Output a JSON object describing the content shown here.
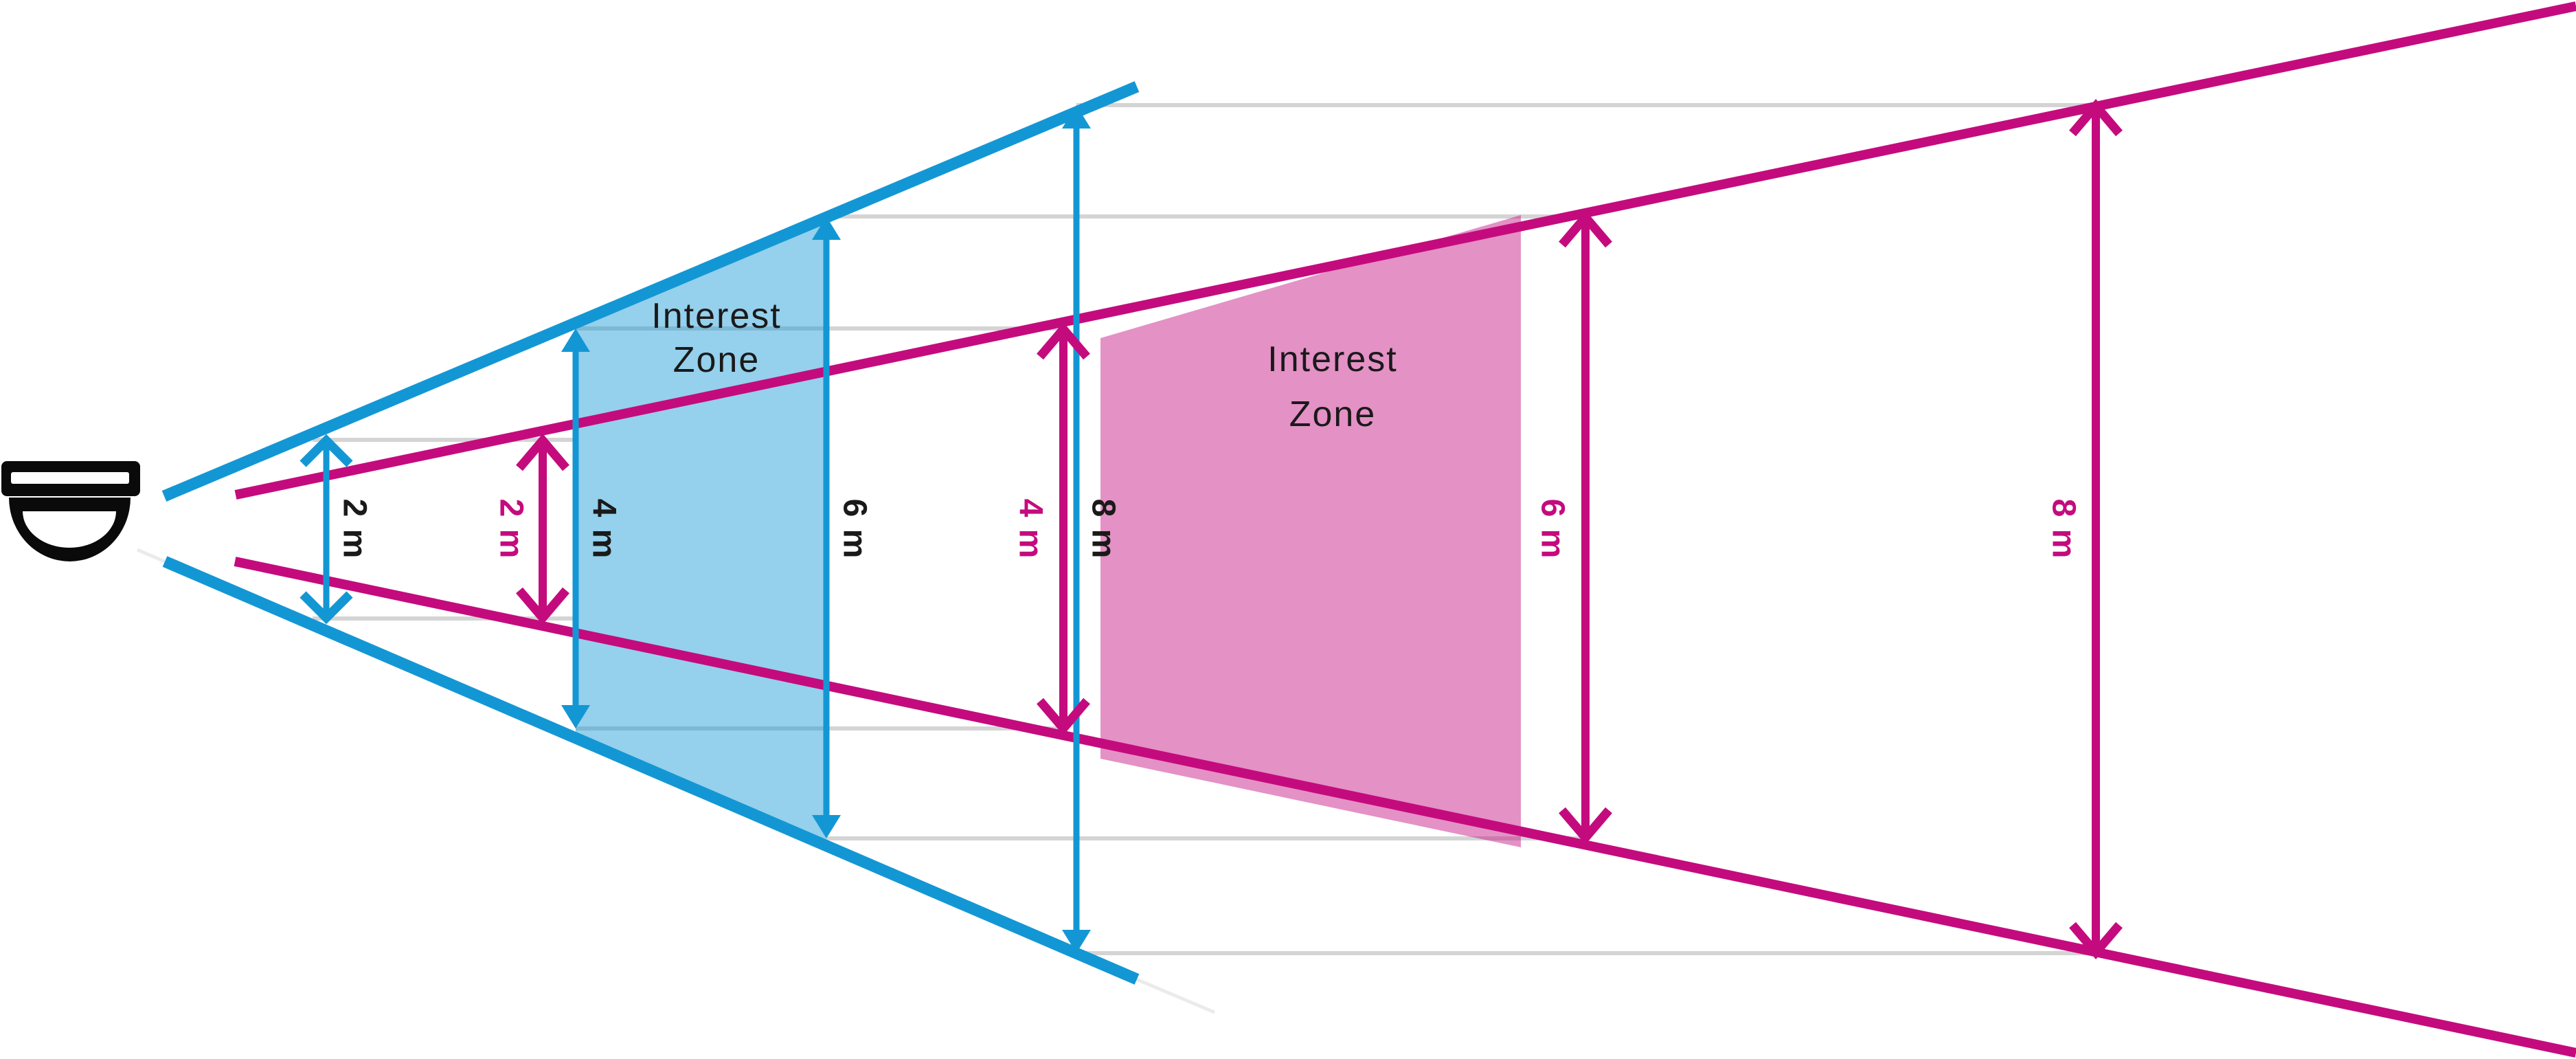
{
  "diagram": {
    "type": "camera-field-of-view-comparison",
    "camera": {
      "icon": "dome-camera"
    },
    "colors": {
      "wide_cone_stroke": "#1397d4",
      "wide_zone_fill": "#8ed3ee",
      "narrow_cone_stroke": "#c40b7e",
      "narrow_zone_fill": "#e18cc5",
      "guide_line": "#d4d4d4",
      "label_text": "#1a1a1a",
      "camera_icon": "#0a0a0a"
    },
    "wide_cone": {
      "zone_label_line1": "Interest",
      "zone_label_line2": "Zone",
      "measurements": [
        "2 m",
        "4 m",
        "6 m",
        "8 m"
      ]
    },
    "narrow_cone": {
      "zone_label_line1": "Interest",
      "zone_label_line2": "Zone",
      "measurements": [
        "2 m",
        "4 m",
        "6 m",
        "8 m"
      ]
    }
  }
}
